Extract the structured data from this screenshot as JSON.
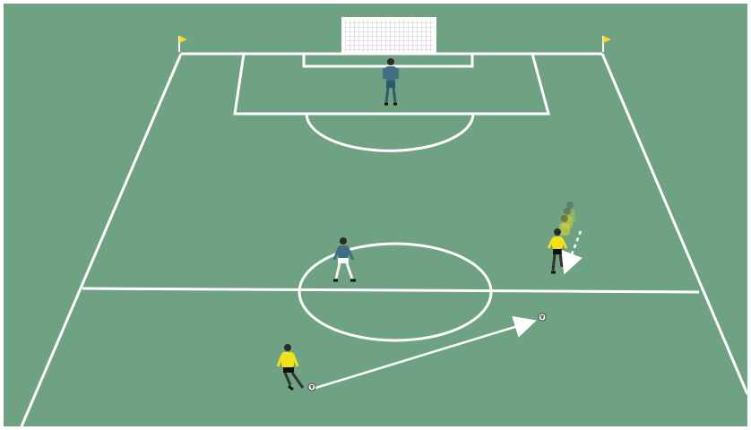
{
  "diagram": {
    "type": "soccer-drill",
    "colors": {
      "pitch": "#6ea283",
      "lines": "#ffffff",
      "attacker_shirt": "#f3e11a",
      "defender_shirt": "#3f6f80",
      "flag": "#f0df22"
    },
    "elements": {
      "goal": "goal-net",
      "goalkeeper": "goalkeeper",
      "defender": "defender",
      "passer": "attacker-passer",
      "runner": "attacker-runner",
      "ball_start": "ball",
      "ball_target": "ball",
      "pass": "pass-arrow",
      "run": "run-arrow-dashed"
    }
  }
}
